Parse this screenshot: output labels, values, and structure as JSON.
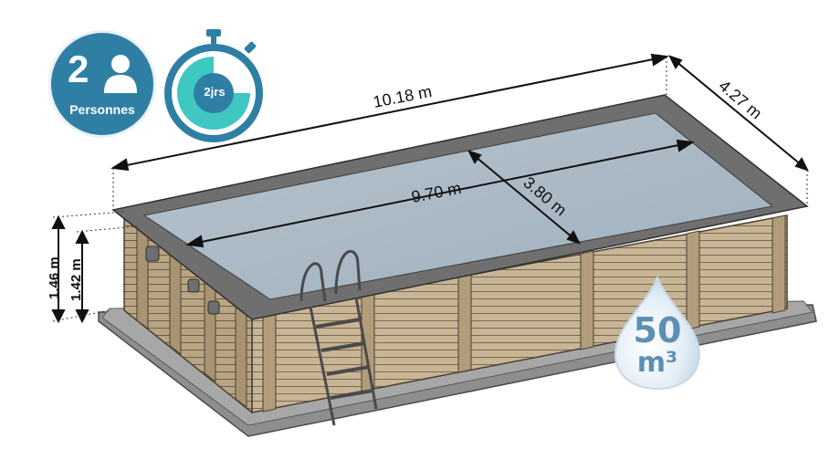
{
  "badges": {
    "people_count": "2",
    "people_label": "Personnes",
    "install_time": "2jrs",
    "volume_value": "50",
    "volume_unit": "m³"
  },
  "dimensions": {
    "outer_length": "10.18 m",
    "outer_width": "4.27 m",
    "inner_length": "9.70 m",
    "inner_width": "3.80 m",
    "outer_height": "1.46 m",
    "inner_height": "1.42 m"
  },
  "colors": {
    "badge_blue": "#2f7fa5",
    "timer_teal": "#3fc7c2",
    "water": "#a9b8c4",
    "wood": "#c4b293",
    "deck_grey": "#8c8c8c"
  },
  "icons": [
    "person-icon",
    "stopwatch-icon",
    "water-drop-icon",
    "ladder-icon"
  ]
}
